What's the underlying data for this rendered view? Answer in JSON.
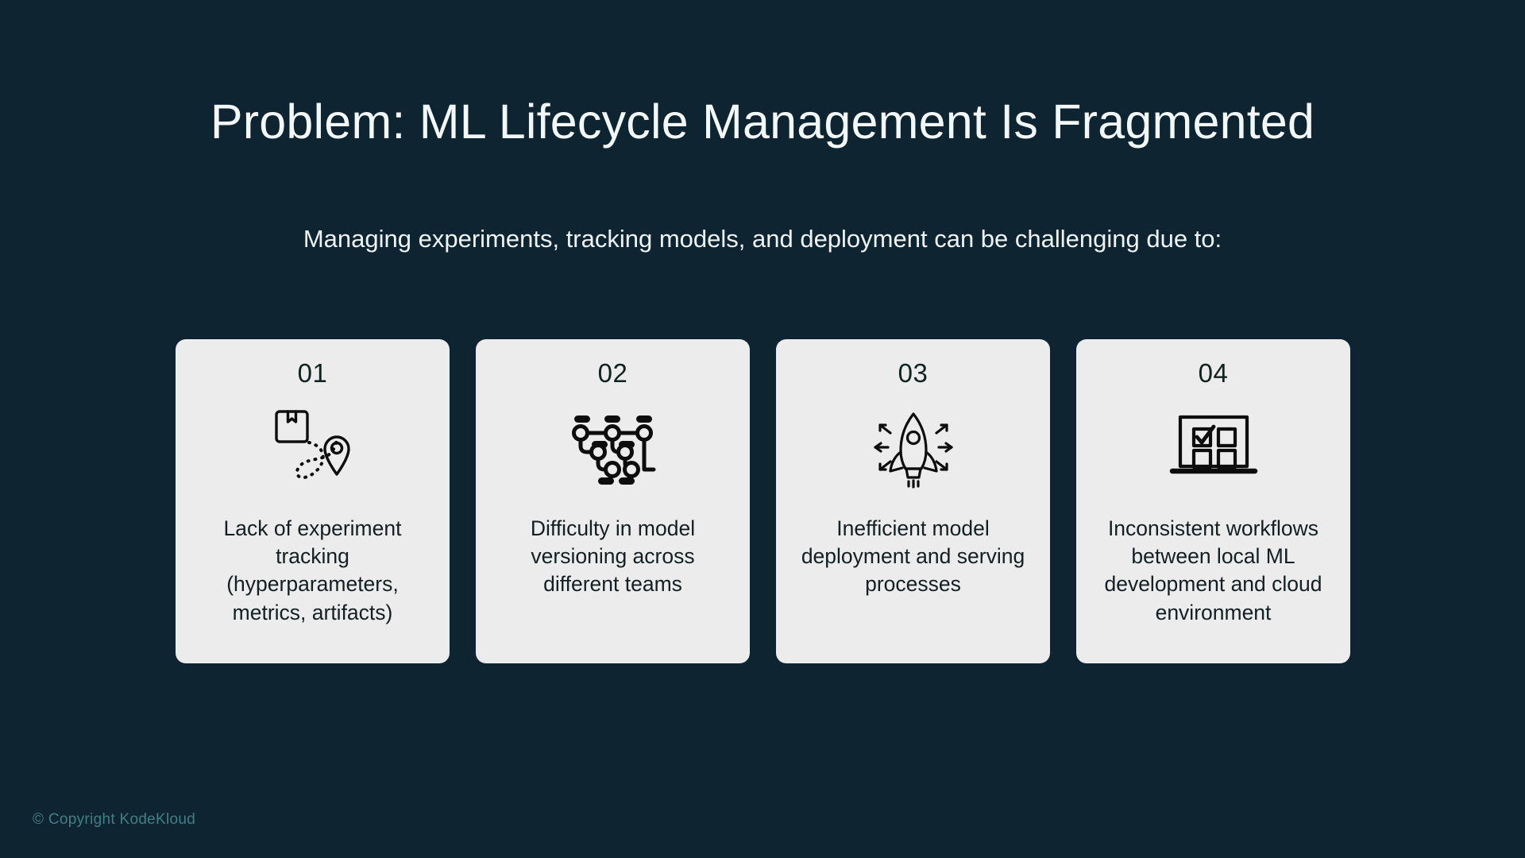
{
  "slide": {
    "title": "Problem: ML Lifecycle Management Is Fragmented",
    "subtitle": "Managing experiments, tracking models, and deployment can be challenging due to:",
    "footer": "© Copyright KodeKloud",
    "colors": {
      "background": "#0e2430",
      "card_background": "#ececec",
      "title_text": "#f2f7f8",
      "subtitle_text": "#eef4f6",
      "card_text": "#131f23",
      "footer_text": "#3f7f88",
      "icon_stroke": "#0d0d0d"
    }
  },
  "cards": [
    {
      "number": "01",
      "text": "Lack of experiment tracking (hyperparameters, metrics, artifacts)",
      "icon": "package-route-pin-icon"
    },
    {
      "number": "02",
      "text": "Difficulty in model versioning across different teams",
      "icon": "version-graph-icon"
    },
    {
      "number": "03",
      "text": "Inefficient model deployment and serving processes",
      "icon": "rocket-launch-icon"
    },
    {
      "number": "04",
      "text": "Inconsistent workflows between local ML development and cloud environment",
      "icon": "laptop-checklist-icon"
    }
  ]
}
